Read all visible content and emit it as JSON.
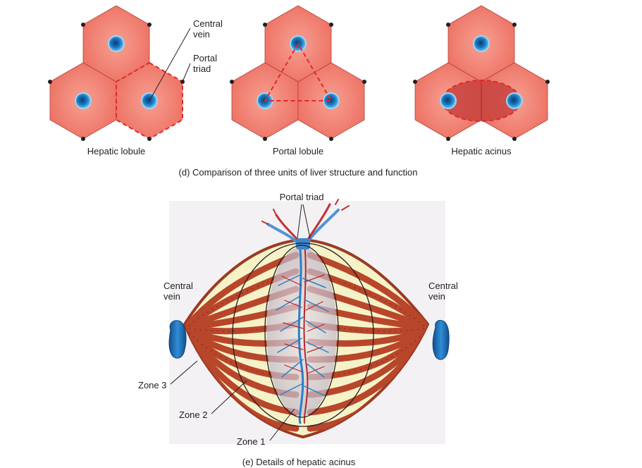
{
  "top_panel": {
    "caption": "(d) Comparison of three units of liver structure and function",
    "diagrams": [
      {
        "label": "Hepatic lobule",
        "callouts": [
          {
            "line1": "Central",
            "line2": "vein"
          },
          {
            "line1": "Portal",
            "line2": "triad"
          }
        ]
      },
      {
        "label": "Portal lobule"
      },
      {
        "label": "Hepatic acinus"
      }
    ]
  },
  "bottom_panel": {
    "caption": "(e) Details of hepatic acinus",
    "labels": {
      "portal_triad": "Portal triad",
      "central_vein_left": {
        "line1": "Central",
        "line2": "vein"
      },
      "central_vein_right": {
        "line1": "Central",
        "line2": "vein"
      },
      "zone3": "Zone 3",
      "zone2": "Zone 2",
      "zone1": "Zone 1"
    }
  },
  "colors": {
    "hexagon_fill": "#ef7a6c",
    "hexagon_stroke": "#b34236",
    "vein_blue": "#1f7fc4",
    "dashed_red": "#e02929",
    "acinus_fill": "#c8423e",
    "plate_brown": "#b8462a",
    "sinusoid_cream": "#f6f2c8"
  }
}
